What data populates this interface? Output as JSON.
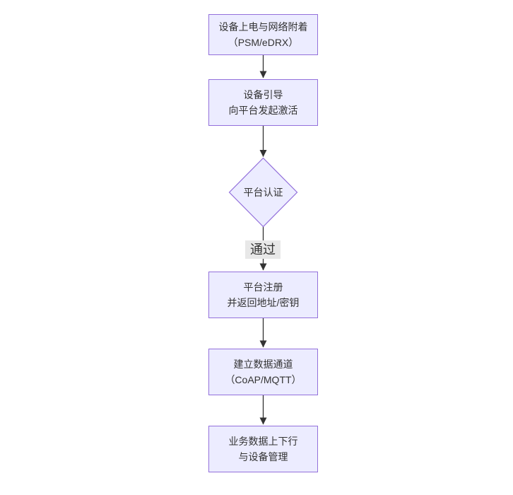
{
  "colors": {
    "page_bg": "#ffffff",
    "node_fill": "#ECECFF",
    "node_border": "#9370DB",
    "text": "#333333",
    "arrow": "#333333",
    "edge_label_bg": "#e8e8e8"
  },
  "flowchart": {
    "nodes": {
      "power": {
        "line1": "设备上电与网络附着",
        "line2": "（PSM/eDRX）"
      },
      "bootstrap": {
        "line1": "设备引导",
        "line2": "向平台发起激活"
      },
      "auth": {
        "label": "平台认证"
      },
      "register": {
        "line1": "平台注册",
        "line2": "并返回地址/密钥"
      },
      "channel": {
        "line1": "建立数据通道",
        "line2": "（CoAP/MQTT）"
      },
      "business": {
        "line1": "业务数据上下行",
        "line2": "与设备管理"
      }
    },
    "edge_labels": {
      "auth_pass": "通过"
    }
  }
}
